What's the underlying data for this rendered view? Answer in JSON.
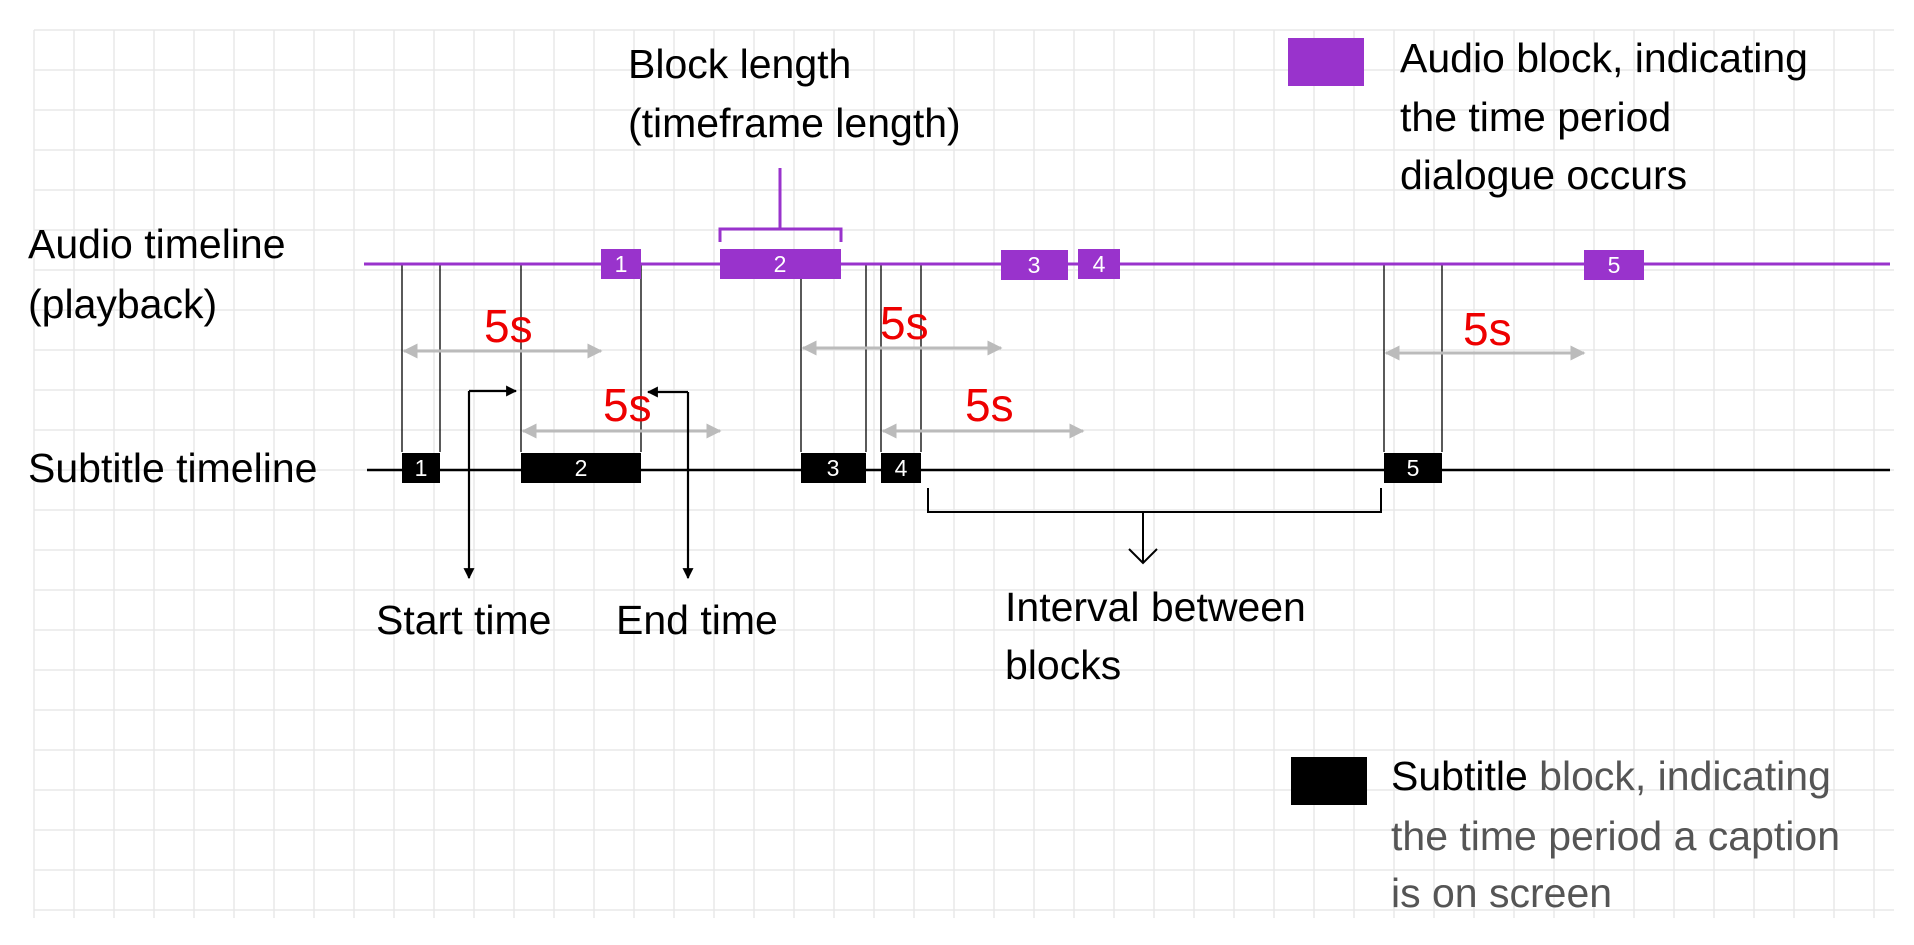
{
  "labels": {
    "audio_timeline_line1": "Audio timeline",
    "audio_timeline_line2": "(playback)",
    "subtitle_timeline": "Subtitle timeline",
    "block_length_line1": "Block length",
    "block_length_line2": "(timeframe length)",
    "start_time": "Start time",
    "end_time": "End time",
    "interval_line1": "Interval between",
    "interval_line2": "blocks"
  },
  "legend": {
    "audio": {
      "line1": "Audio block, indicating",
      "line2": "the time period",
      "line3": "dialogue occurs"
    },
    "subtitle": {
      "line1_strong": "Subtitle",
      "line1_rest": " block, indicating",
      "line2": "the time period a caption",
      "line3": "is on screen"
    }
  },
  "audio_blocks": [
    {
      "label": "1"
    },
    {
      "label": "2"
    },
    {
      "label": "3"
    },
    {
      "label": "4"
    },
    {
      "label": "5"
    }
  ],
  "subtitle_blocks": [
    {
      "label": "1"
    },
    {
      "label": "2"
    },
    {
      "label": "3"
    },
    {
      "label": "4"
    },
    {
      "label": "5"
    }
  ],
  "durations": [
    "5s",
    "5s",
    "5s",
    "5s",
    "5s"
  ],
  "colors": {
    "audio": "#9933cc",
    "subtitle": "#000000",
    "duration_text": "#ee0000",
    "guide_arrow": "#bbbbbb",
    "grid": "#e8e8e8"
  }
}
